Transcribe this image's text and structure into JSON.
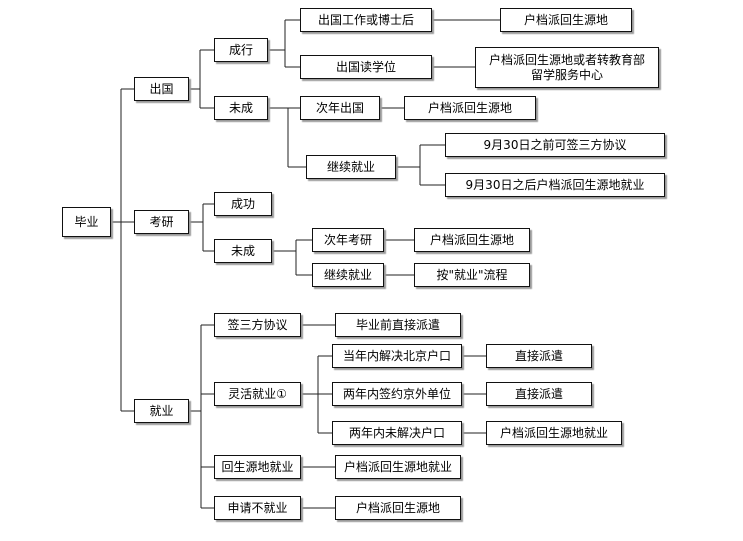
{
  "nodes": {
    "root": "毕业",
    "abroad": "出国",
    "abroad_success": "成行",
    "abroad_work": "出国工作或博士后",
    "abroad_work_result": "户档派回生源地",
    "abroad_study": "出国读学位",
    "abroad_study_result": "户档派回生源地或者转教育部\n留学服务中心",
    "abroad_fail": "未成",
    "abroad_next_year": "次年出国",
    "abroad_next_year_result": "户档派回生源地",
    "abroad_continue_job": "继续就业",
    "abroad_before_0930": "9月30日之前可签三方协议",
    "abroad_after_0930": "9月30日之后户档派回生源地就业",
    "grad_exam": "考研",
    "exam_success": "成功",
    "exam_fail": "未成",
    "exam_next_year": "次年考研",
    "exam_next_year_result": "户档派回生源地",
    "exam_continue_job": "继续就业",
    "exam_continue_job_result": "按\"就业\"流程",
    "employment": "就业",
    "sign_tripartite": "签三方协议",
    "sign_tripartite_result": "毕业前直接派遣",
    "flexible_job": "灵活就业①",
    "flex_beijing_hukou": "当年内解决北京户口",
    "flex_beijing_hukou_result": "直接派遣",
    "flex_outside_unit": "两年内签约京外单位",
    "flex_outside_unit_result": "直接派遣",
    "flex_no_hukou": "两年内未解决户口",
    "flex_no_hukou_result": "户档派回生源地就业",
    "return_home_job": "回生源地就业",
    "return_home_job_result": "户档派回生源地就业",
    "apply_no_job": "申请不就业",
    "apply_no_job_result": "户档派回生源地"
  }
}
